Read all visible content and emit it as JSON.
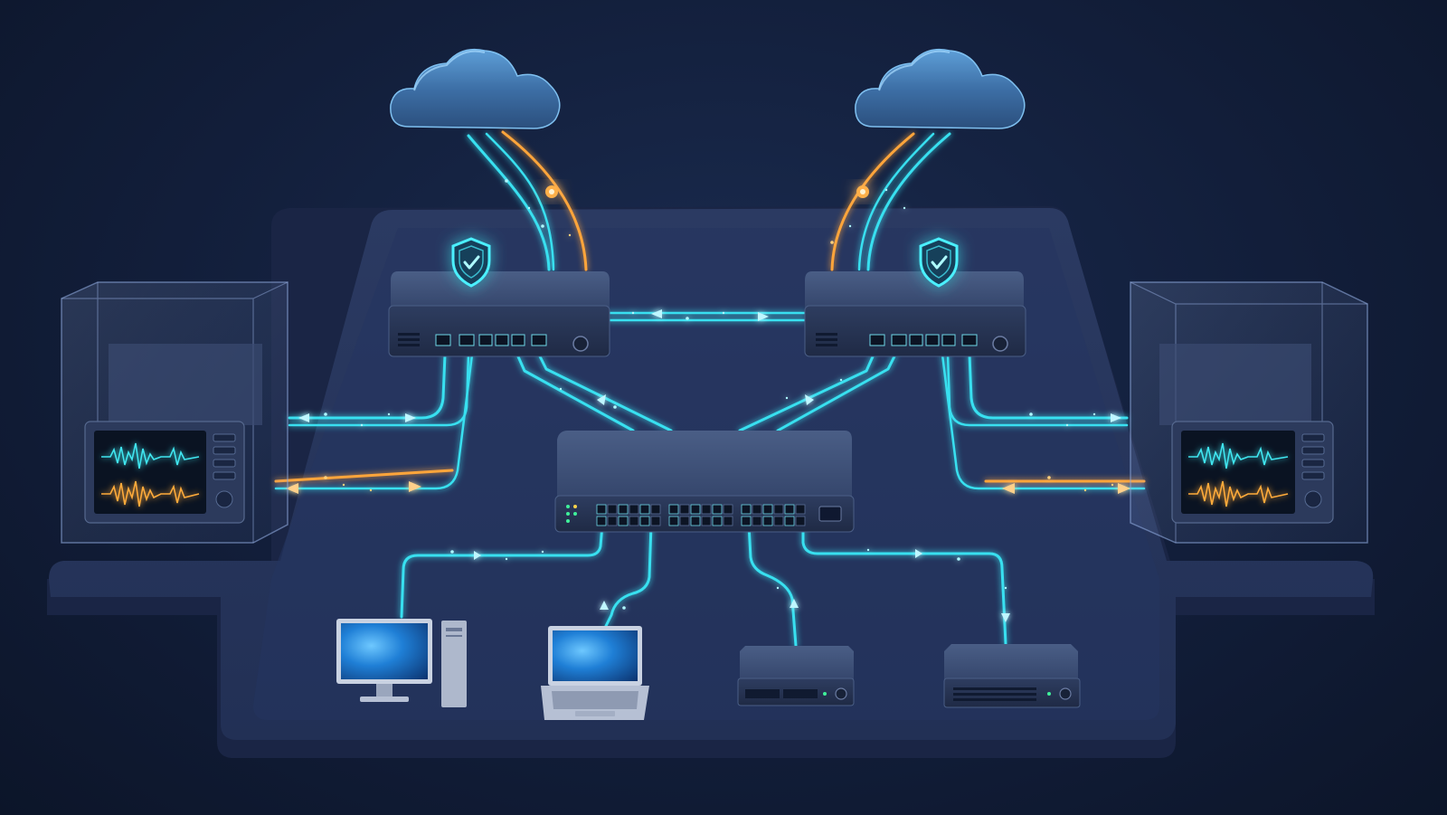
{
  "colors": {
    "background": "#121e3a",
    "platform": "#26345a",
    "device_body": "#3a4c72",
    "glow_cyan": "#38e0f0",
    "glow_orange": "#ffa53a",
    "screen_blue": "#1f7fd6"
  },
  "nodes": {
    "clouds": [
      {
        "id": "cloud-left",
        "icon": "cloud-icon"
      },
      {
        "id": "cloud-right",
        "icon": "cloud-icon"
      }
    ],
    "firewall_routers": [
      {
        "id": "router-left",
        "icon": "shield-check-icon"
      },
      {
        "id": "router-right",
        "icon": "shield-check-icon"
      }
    ],
    "core_switch": {
      "id": "core-switch",
      "icon": "switch-icon"
    },
    "monitoring_appliances": [
      {
        "id": "monitor-left",
        "icon": "waveform-monitor-icon"
      },
      {
        "id": "monitor-right",
        "icon": "waveform-monitor-icon"
      }
    ],
    "endpoints": [
      {
        "id": "desktop-pc",
        "icon": "desktop-computer-icon"
      },
      {
        "id": "laptop",
        "icon": "laptop-icon"
      },
      {
        "id": "server-1u",
        "icon": "rack-server-icon"
      },
      {
        "id": "nas-box",
        "icon": "storage-appliance-icon"
      }
    ]
  },
  "links": [
    {
      "from": "cloud-left",
      "to": "router-left",
      "style": "cyan+orange"
    },
    {
      "from": "cloud-right",
      "to": "router-right",
      "style": "cyan+orange"
    },
    {
      "from": "router-left",
      "to": "router-right",
      "style": "cyan"
    },
    {
      "from": "router-left",
      "to": "core-switch",
      "style": "cyan"
    },
    {
      "from": "router-right",
      "to": "core-switch",
      "style": "cyan"
    },
    {
      "from": "router-left",
      "to": "monitor-left",
      "style": "cyan"
    },
    {
      "from": "router-left",
      "to": "monitor-left",
      "style": "orange"
    },
    {
      "from": "router-right",
      "to": "monitor-right",
      "style": "cyan"
    },
    {
      "from": "router-right",
      "to": "monitor-right",
      "style": "orange"
    },
    {
      "from": "core-switch",
      "to": "desktop-pc",
      "style": "cyan"
    },
    {
      "from": "core-switch",
      "to": "laptop",
      "style": "cyan"
    },
    {
      "from": "core-switch",
      "to": "server-1u",
      "style": "cyan"
    },
    {
      "from": "core-switch",
      "to": "nas-box",
      "style": "cyan"
    }
  ]
}
